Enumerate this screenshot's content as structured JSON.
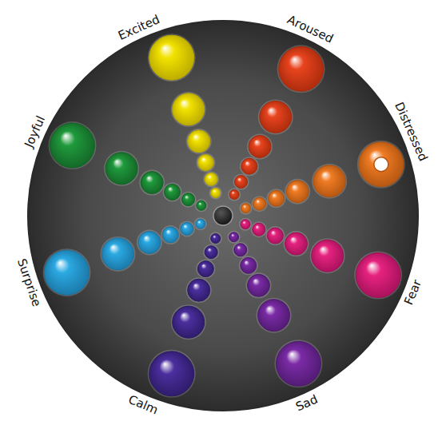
{
  "diagram": {
    "labels": [
      "Excited",
      "Aroused",
      "Distressed",
      "Fear",
      "Sad",
      "Calm",
      "Surprise",
      "Joyful"
    ]
  }
}
